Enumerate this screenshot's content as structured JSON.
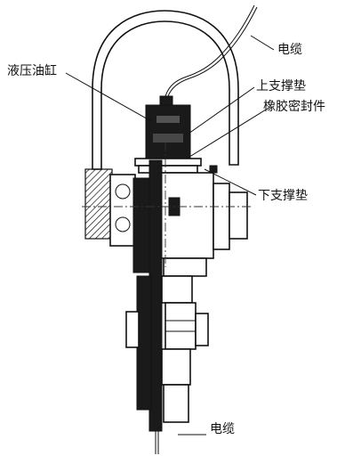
{
  "labels": {
    "cable_top": "电缆",
    "hydraulic_cylinder": "液压油缸",
    "upper_support_pad": "上支撑垫",
    "rubber_seal": "橡胶密封件",
    "lower_support_pad": "下支撑垫",
    "cable_bottom": "电缆"
  },
  "colors": {
    "line": "#111111",
    "fill_dark": "#1a1a1a",
    "background": "#ffffff"
  }
}
